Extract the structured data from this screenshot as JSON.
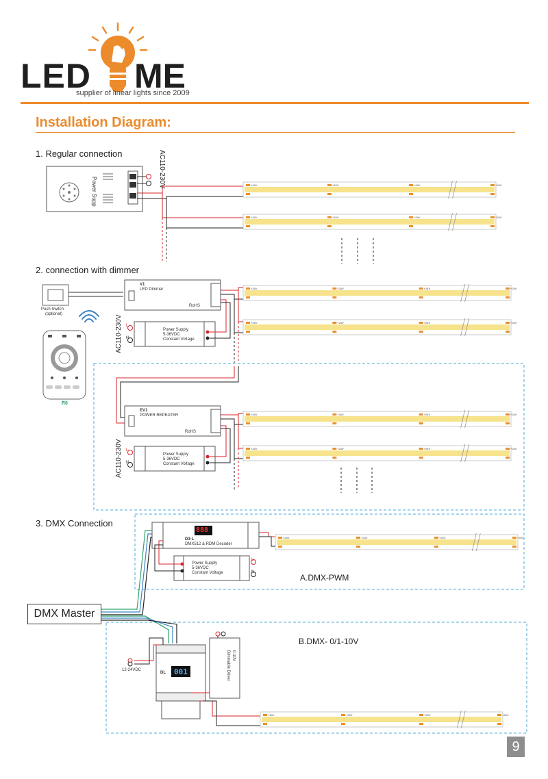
{
  "logo": {
    "brand_left": "LED",
    "brand_right": "ME",
    "tagline": "supplier of linear lights since 2009"
  },
  "title": "Installation Diagram:",
  "sections": {
    "s1": "1. Regular connection",
    "s2": "2. connection with dimmer",
    "s3": "3. DMX Connection"
  },
  "labels": {
    "ac_input": "AC110-230V",
    "power_supply_text": "Power Supp",
    "push_switch": "Push Switch",
    "push_switch_optional": "(optional)",
    "remote_model": "R6",
    "dimmer_model": "V1",
    "dimmer_name": "LED Dimmer",
    "repeater_model": "EV1",
    "repeater_name": "POWER REPEATER",
    "ps_line1": "Power Supply",
    "ps_line2": "5-36VDC",
    "ps_line3": "Constant Voltage",
    "rohs": "RoHS",
    "decoder_model": "D3-L",
    "decoder_name": "DMX512 & RDM Decoder",
    "decoder_display": "888",
    "dmx_pwm": "A.DMX-PWM",
    "dmx_master": "DMX Master",
    "dmx_010": "B.DMX- 0/1-10V",
    "dl_model": "DL",
    "dl_display": "001",
    "dl_input": "12-24VDC",
    "driver_line1": "0-10V",
    "driver_line2": "Dimmable Driver",
    "strip_plus": "+24V",
    "strip_minus": "-",
    "terminal_L": "L",
    "terminal_N": "N"
  },
  "page_number": "9",
  "colors": {
    "accent": "#ec8b2b",
    "strip_led": "#f6e38c",
    "strip_pad": "#e8902a",
    "wire_red": "#d8232a",
    "wire_black": "#222222",
    "wire_green": "#2aa36b",
    "wire_blue": "#3b82c4",
    "dash_box": "#4aa9d8"
  }
}
